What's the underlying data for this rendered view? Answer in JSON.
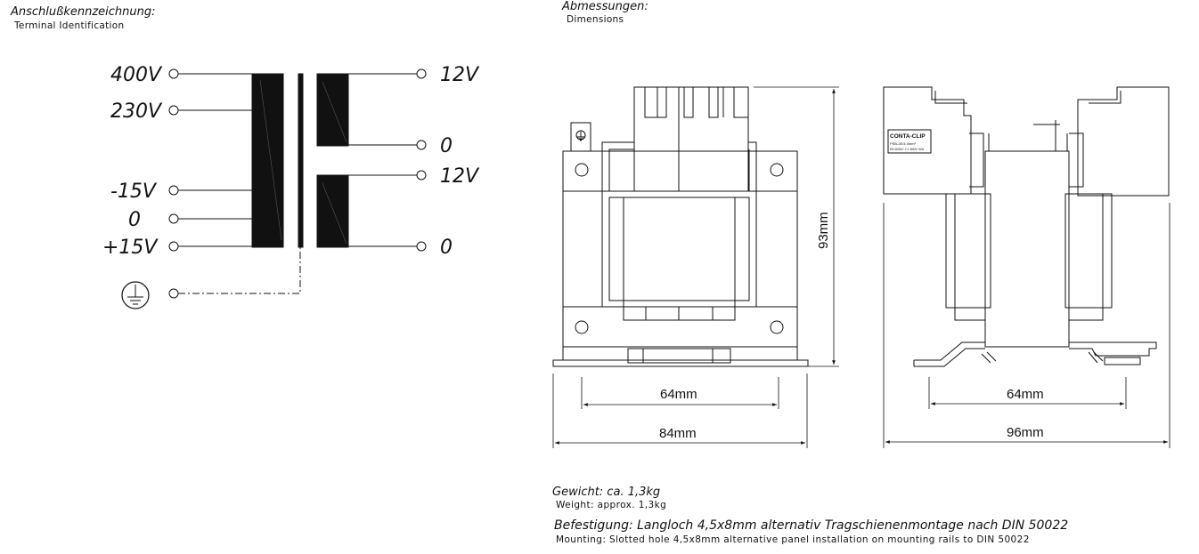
{
  "terminal_section": {
    "title": "Anschlußkennzeichnung:",
    "subtitle": "Terminal  Identification",
    "primary_labels": [
      "400V",
      "230V",
      "-15V",
      "0",
      "+15V"
    ],
    "secondary_labels": [
      "12V",
      "0",
      "12V",
      "0"
    ]
  },
  "dimension_section": {
    "title": "Abmessungen:",
    "subtitle": "Dimensions",
    "height_label": "93mm",
    "front_inner_width": "64mm",
    "front_outer_width": "84mm",
    "side_inner_width": "64mm",
    "side_outer_width": "96mm",
    "clip_brand": "CONTA-CLIP",
    "clip_model": "PSB-2E/4  4mm²",
    "clip_spec": "EN 60947-7-1   800V  32A"
  },
  "notes": {
    "weight_de": "Gewicht: ca. 1,3kg",
    "weight_en": "Weight:  approx.  1,3kg",
    "mount_de": "Befestigung: Langloch 4,5x8mm alternativ Tragschienenmontage nach DIN 50022",
    "mount_en": "Mounting:  Slotted  hole  4,5x8mm  alternative  panel  installation  on  mounting  rails  to  DIN  50022"
  }
}
